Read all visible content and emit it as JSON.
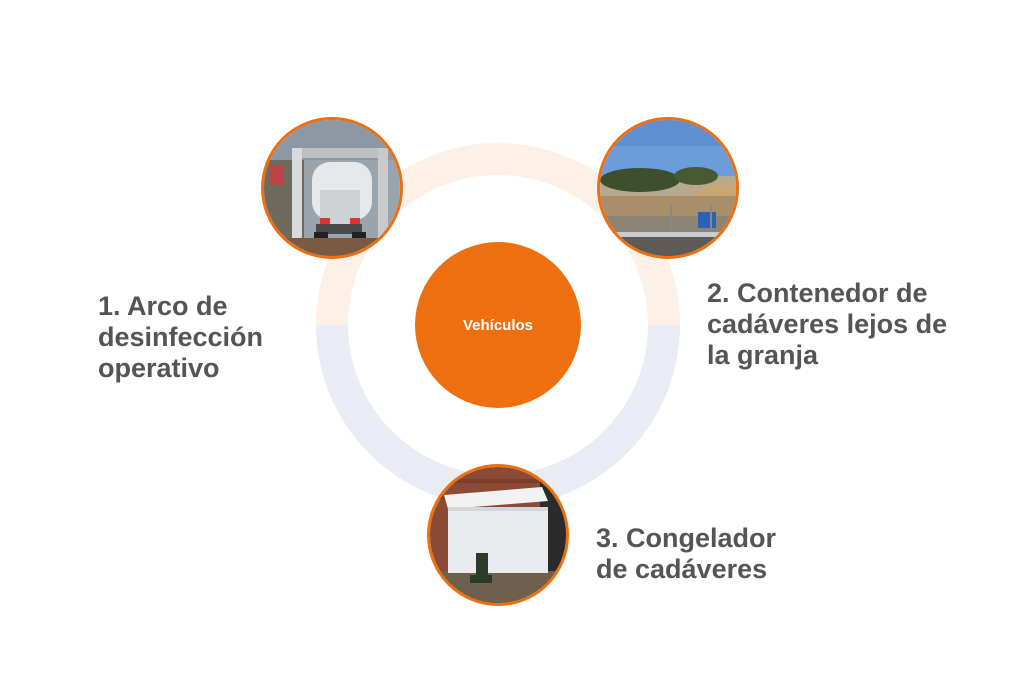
{
  "colors": {
    "accent": "#ee6f0f",
    "ring_upper": "#fdf0e6",
    "ring_lower": "#e9ecf5",
    "label_text": "#555555"
  },
  "center": {
    "label": "Vehículos"
  },
  "steps": [
    {
      "lines": [
        "1. Arco de",
        "desinfección",
        "operativo"
      ],
      "photo": "truck-disinfection-arch-photo"
    },
    {
      "lines": [
        "2. Contenedor de",
        "cadáveres lejos de",
        "la granja"
      ],
      "photo": "container-field-photo"
    },
    {
      "lines": [
        "3. Congelador",
        "de cadáveres"
      ],
      "photo": "chest-freezer-photo"
    }
  ]
}
